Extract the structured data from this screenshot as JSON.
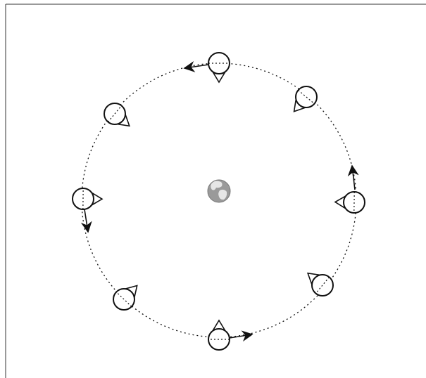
{
  "colors": {
    "line": "#111111",
    "background": "#ffffff",
    "globe_ocean": "#9a9a9a",
    "globe_land": "#e6e6e6"
  },
  "center_body": {
    "icon": "globe-icon"
  },
  "satellites": [
    {
      "id": 1,
      "icon": "satellite-icon",
      "pointer": "toward-center"
    },
    {
      "id": 2,
      "icon": "satellite-icon",
      "pointer": "toward-center"
    },
    {
      "id": 3,
      "icon": "satellite-icon",
      "pointer": "toward-center"
    },
    {
      "id": 4,
      "icon": "satellite-icon",
      "pointer": "toward-center"
    },
    {
      "id": 5,
      "icon": "satellite-icon",
      "pointer": "toward-center"
    },
    {
      "id": 6,
      "icon": "satellite-icon",
      "pointer": "toward-center"
    },
    {
      "id": 7,
      "icon": "satellite-icon",
      "pointer": "toward-center"
    },
    {
      "id": 8,
      "icon": "satellite-icon",
      "pointer": "toward-center"
    }
  ],
  "orbit": {
    "style": "dotted",
    "direction": "counter-clockwise",
    "arrow_icons": [
      "arrow-icon",
      "arrow-icon",
      "arrow-icon",
      "arrow-icon"
    ]
  }
}
